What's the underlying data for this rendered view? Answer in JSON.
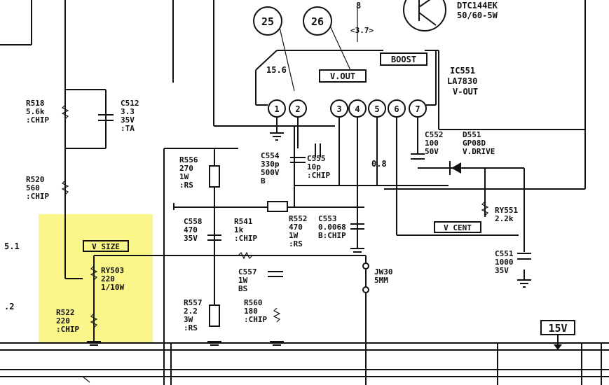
{
  "highlight_color": "#fbf68a",
  "callouts": [
    {
      "id": "c25",
      "text": "25"
    },
    {
      "id": "c26",
      "text": "26"
    }
  ],
  "top": {
    "ic_note": [
      "DTC144EK",
      "50/60-5W"
    ],
    "frag": [
      "8",
      "<3.7>"
    ]
  },
  "ic": {
    "ref": "IC551",
    "part": "LA7830",
    "func": "V-OUT",
    "pins": [
      "1",
      "2",
      "3",
      "4",
      "5",
      "6",
      "7"
    ],
    "voltage": "15.6",
    "vout_tag": "V.OUT",
    "boost_tag": "BOOST"
  },
  "components": {
    "r518": [
      "R518",
      "5.6k",
      ":CHIP"
    ],
    "c512": [
      "C512",
      "3.3",
      "35V",
      ":TA"
    ],
    "r520": [
      "R520",
      "560",
      ":CHIP"
    ],
    "ry503": [
      "RY503",
      "220",
      "1/10W"
    ],
    "r522": [
      "R522",
      "220",
      ":CHIP"
    ],
    "r556": [
      "R556",
      "270",
      "1W",
      ":RS"
    ],
    "c554": [
      "C554",
      "330p",
      "500V",
      "B"
    ],
    "c555": [
      "C555",
      "10p",
      ":CHIP"
    ],
    "c552": [
      "C552",
      "100",
      "50V"
    ],
    "d551": [
      "D551",
      "GP08D",
      "V.DRIVE"
    ],
    "c558": [
      "C558",
      "470",
      "35V"
    ],
    "r541": [
      "R541",
      "1k",
      ":CHIP"
    ],
    "r552": [
      "R552",
      "470",
      "1W",
      ":RS"
    ],
    "c553": [
      "C553",
      "0.0068",
      "B:CHIP"
    ],
    "ry551": [
      "RY551",
      "2.2k"
    ],
    "c551": [
      "C551",
      "1000",
      "35V"
    ],
    "c557": [
      "C557",
      "1W",
      "BS"
    ],
    "j030": [
      "JW30",
      "5MM"
    ],
    "r557": [
      "R557",
      "2.2",
      "3W",
      ":RS"
    ],
    "r560": [
      "R560",
      "180",
      ":CHIP"
    ]
  },
  "tags": {
    "vsize": "V SIZE",
    "vcent": "V CENT",
    "supply": "15V",
    "volt_08": "0.8"
  },
  "edge_labels": [
    "5.1",
    ".2"
  ]
}
